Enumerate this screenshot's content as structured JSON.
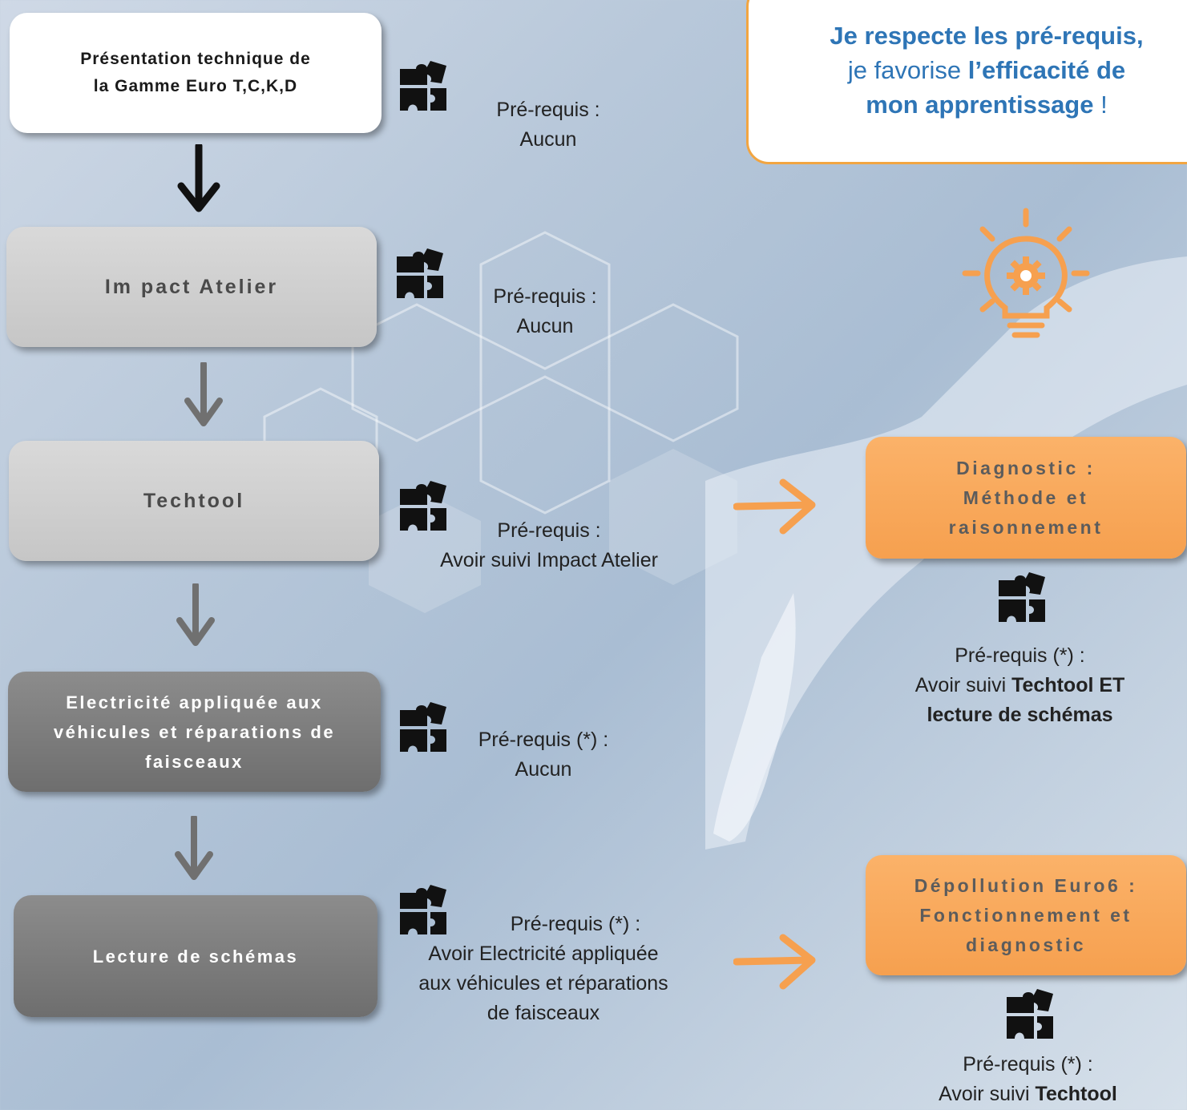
{
  "callout": {
    "line1": "Je respecte les pré-requis,",
    "line2_a": "je favorise ",
    "line2_b": "l’efficacité de",
    "line3_a": "mon apprentissage",
    "line3_b": " !"
  },
  "left_boxes": [
    {
      "label_line1": "Présentation technique de",
      "label_line2": "la  Gamme Euro T,C,K,D"
    },
    {
      "label": "Im pact Atelier"
    },
    {
      "label": "Techtool"
    },
    {
      "label_line1": "Electricité appliquée aux",
      "label_line2": "véhicules et réparations de",
      "label_line3": "faisceaux"
    },
    {
      "label": "Lecture de schémas"
    }
  ],
  "left_prereqs": [
    {
      "title": "Pré-requis :",
      "text": "Aucun"
    },
    {
      "title": "Pré-requis :",
      "text": "Aucun"
    },
    {
      "title": "Pré-requis :",
      "text": "Avoir suivi Impact Atelier"
    },
    {
      "title": "Pré-requis (*) :",
      "text": "Aucun"
    },
    {
      "title": "Pré-requis (*) :",
      "text_line1": "Avoir Electricité appliquée",
      "text_line2": "aux véhicules et réparations",
      "text_line3": "de faisceaux"
    }
  ],
  "right_boxes": [
    {
      "label_line1": "Diagnostic :",
      "label_line2": "Méthode et",
      "label_line3": "raisonnement"
    },
    {
      "label_line1": "Dépollution Euro6 :",
      "label_line2": "Fonctionnement et",
      "label_line3": "diagnostic"
    }
  ],
  "right_prereqs": [
    {
      "title": "Pré-requis (*) :",
      "text_a": "Avoir suivi ",
      "text_b": "Techtool ET",
      "text_line2": "lecture de schémas"
    },
    {
      "title": "Pré-requis (*) :",
      "text_a": "Avoir suivi ",
      "text_b": "Techtool"
    }
  ],
  "colors": {
    "accent_orange": "#f6a04f",
    "callout_blue": "#2e75b6",
    "arrow_gray": "#777777"
  },
  "icons": [
    "puzzle-icon",
    "lightbulb-gear-icon",
    "down-arrow-icon",
    "right-arrow-icon"
  ]
}
